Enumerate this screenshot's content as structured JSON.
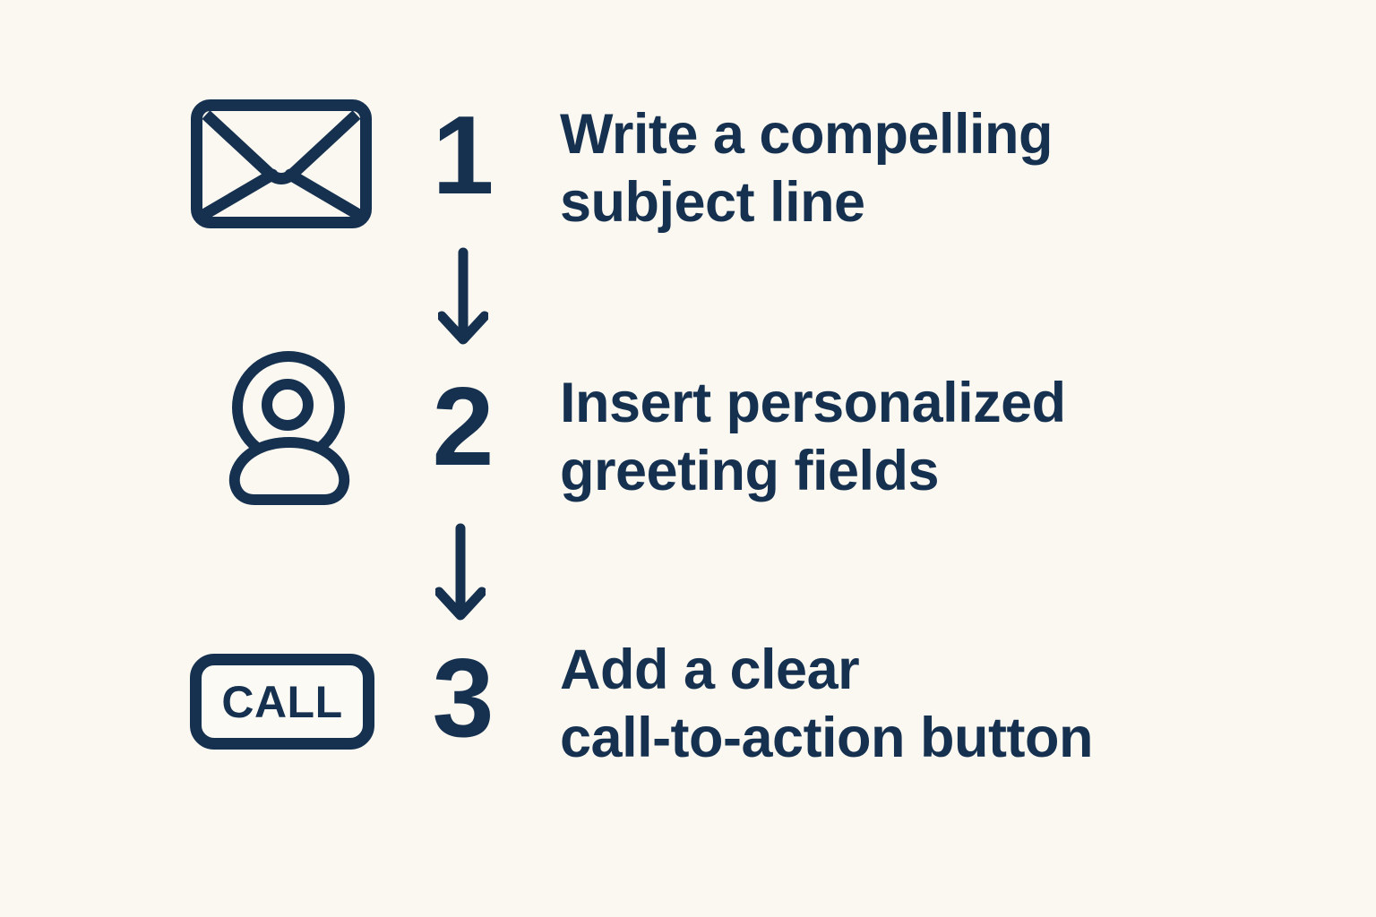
{
  "page": {
    "background_color": "#FAF8F1",
    "accent_color": "#16314F",
    "title": "Email campaign steps infographic"
  },
  "steps": [
    {
      "number": "1",
      "icon": "envelope-icon",
      "line1": "Write a compelling",
      "line2": "subject line"
    },
    {
      "number": "2",
      "icon": "person-icon",
      "line1": "Insert personalized",
      "line2": "greeting fields"
    },
    {
      "number": "3",
      "icon": "call-button-icon",
      "icon_label": "CALL",
      "line1": "Add a clear",
      "line2": "call-to-action button"
    }
  ],
  "connectors": [
    {
      "icon": "arrow-down-icon"
    },
    {
      "icon": "arrow-down-icon"
    }
  ]
}
